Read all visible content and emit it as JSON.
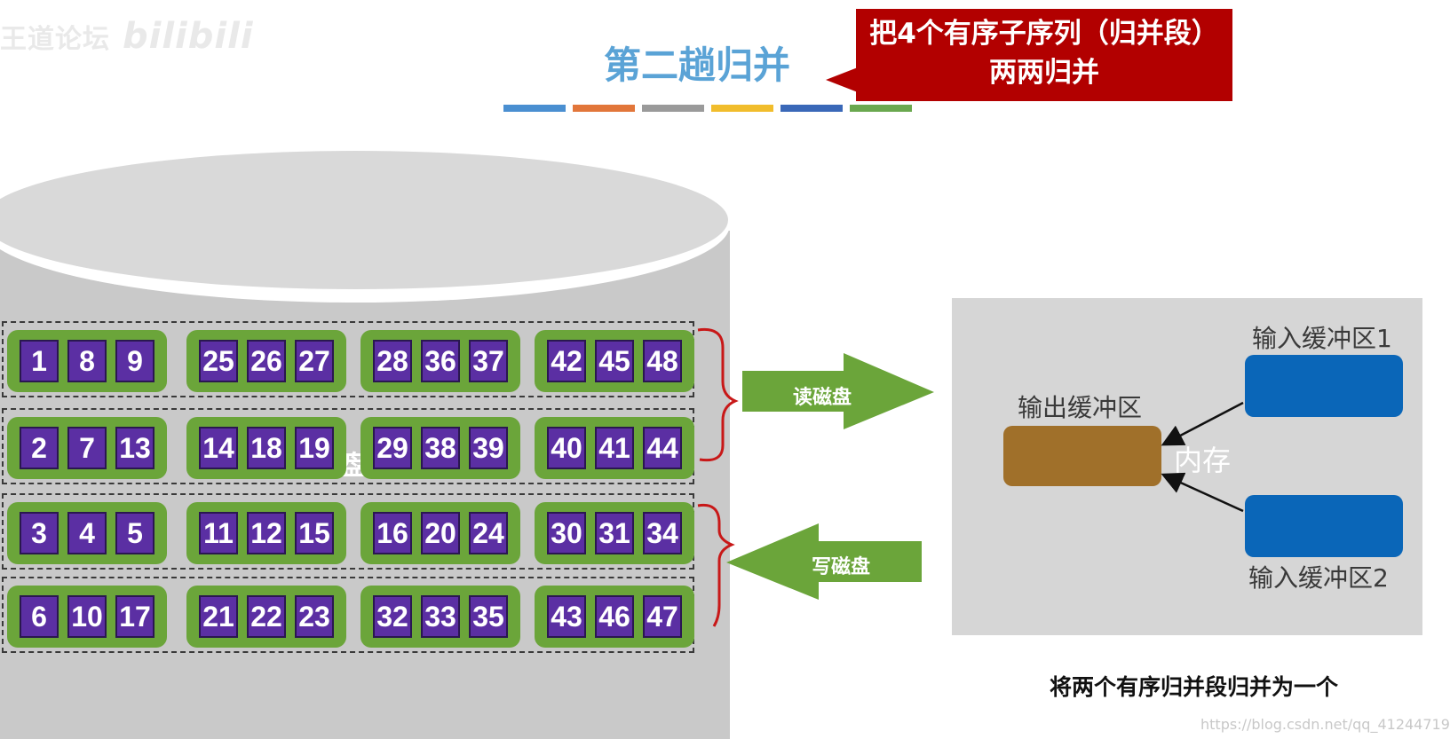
{
  "watermark_left": {
    "text": "王道论坛",
    "logo": "bilibili"
  },
  "title": "第二趟归并",
  "color_bar": [
    "#4a8fd1",
    "#e2763a",
    "#9a9a9a",
    "#f1bd2c",
    "#3a68b8",
    "#6aa84f"
  ],
  "callout": {
    "line1": "把4个有序子序列（归并段）",
    "line2": "两两归并"
  },
  "disk": {
    "rows": [
      {
        "groups": [
          [
            "1",
            "8",
            "9"
          ],
          [
            "25",
            "26",
            "27"
          ],
          [
            "28",
            "36",
            "37"
          ],
          [
            "42",
            "45",
            "48"
          ]
        ]
      },
      {
        "groups": [
          [
            "2",
            "7",
            "13"
          ],
          [
            "14",
            "18",
            "19"
          ],
          [
            "29",
            "38",
            "39"
          ],
          [
            "40",
            "41",
            "44"
          ]
        ]
      },
      {
        "groups": [
          [
            "3",
            "4",
            "5"
          ],
          [
            "11",
            "12",
            "15"
          ],
          [
            "16",
            "20",
            "24"
          ],
          [
            "30",
            "31",
            "34"
          ]
        ]
      },
      {
        "groups": [
          [
            "6",
            "10",
            "17"
          ],
          [
            "21",
            "22",
            "23"
          ],
          [
            "32",
            "33",
            "35"
          ],
          [
            "43",
            "46",
            "47"
          ]
        ]
      }
    ],
    "hidden_label_fragment": "盘"
  },
  "arrows": {
    "read_label": "读磁盘",
    "write_label": "写磁盘"
  },
  "memory": {
    "label": "内存",
    "output_buffer_label": "输出缓冲区",
    "input_buffer1_label": "输入缓冲区1",
    "input_buffer2_label": "输入缓冲区2"
  },
  "caption": "将两个有序归并段归并为一个",
  "watermark_url": "https://blog.csdn.net/qq_41244719",
  "colors": {
    "disk": "#c9c9c9",
    "disk_top": "#d9d9d9",
    "group": "#6ba53a",
    "cell": "#5b2fa3",
    "arrow": "#6ba53a",
    "output_buffer": "#a0702a",
    "input_buffer": "#0a66b8",
    "brace": "#c81818",
    "callout": "#b20000",
    "title": "#5aa3d6"
  }
}
